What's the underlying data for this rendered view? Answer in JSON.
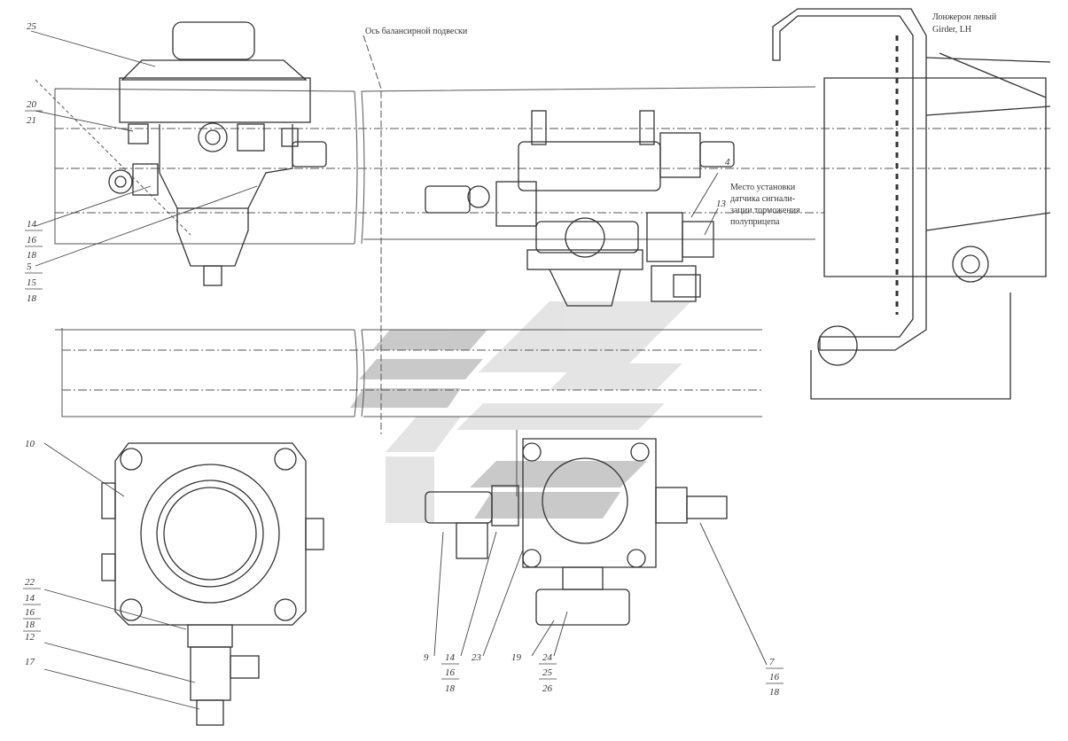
{
  "annotations": {
    "axis_note": "Ось балансирной подвески",
    "girder_ru": "Лонжерон левый",
    "girder_en": "Girder, LH",
    "sensor_note": [
      "Место установки",
      "датчика сигнали-",
      "зации торможения",
      "полуприцепа"
    ]
  },
  "callouts": {
    "c25": "25",
    "c20": "20",
    "c21": "21",
    "c14a": "14",
    "c16a": "16",
    "c18a": "18",
    "c5": "5",
    "c15a": "15",
    "c18b": "18",
    "c4": "4",
    "c13": "13",
    "c10": "10",
    "c22": "22",
    "c14b": "14",
    "c16b": "16",
    "c18c": "18",
    "c12": "12",
    "c17": "17",
    "c9": "9",
    "c14c": "14",
    "c16c": "16",
    "c18d": "18",
    "c23": "23",
    "c19": "19",
    "c24": "24",
    "c25b": "25",
    "c26": "26",
    "c7": "7",
    "c16d": "16",
    "c18e": "18"
  },
  "colors": {
    "line": "#333333",
    "watermark": "#bfbfbf",
    "watermark_dark": "#9e9e9e"
  }
}
